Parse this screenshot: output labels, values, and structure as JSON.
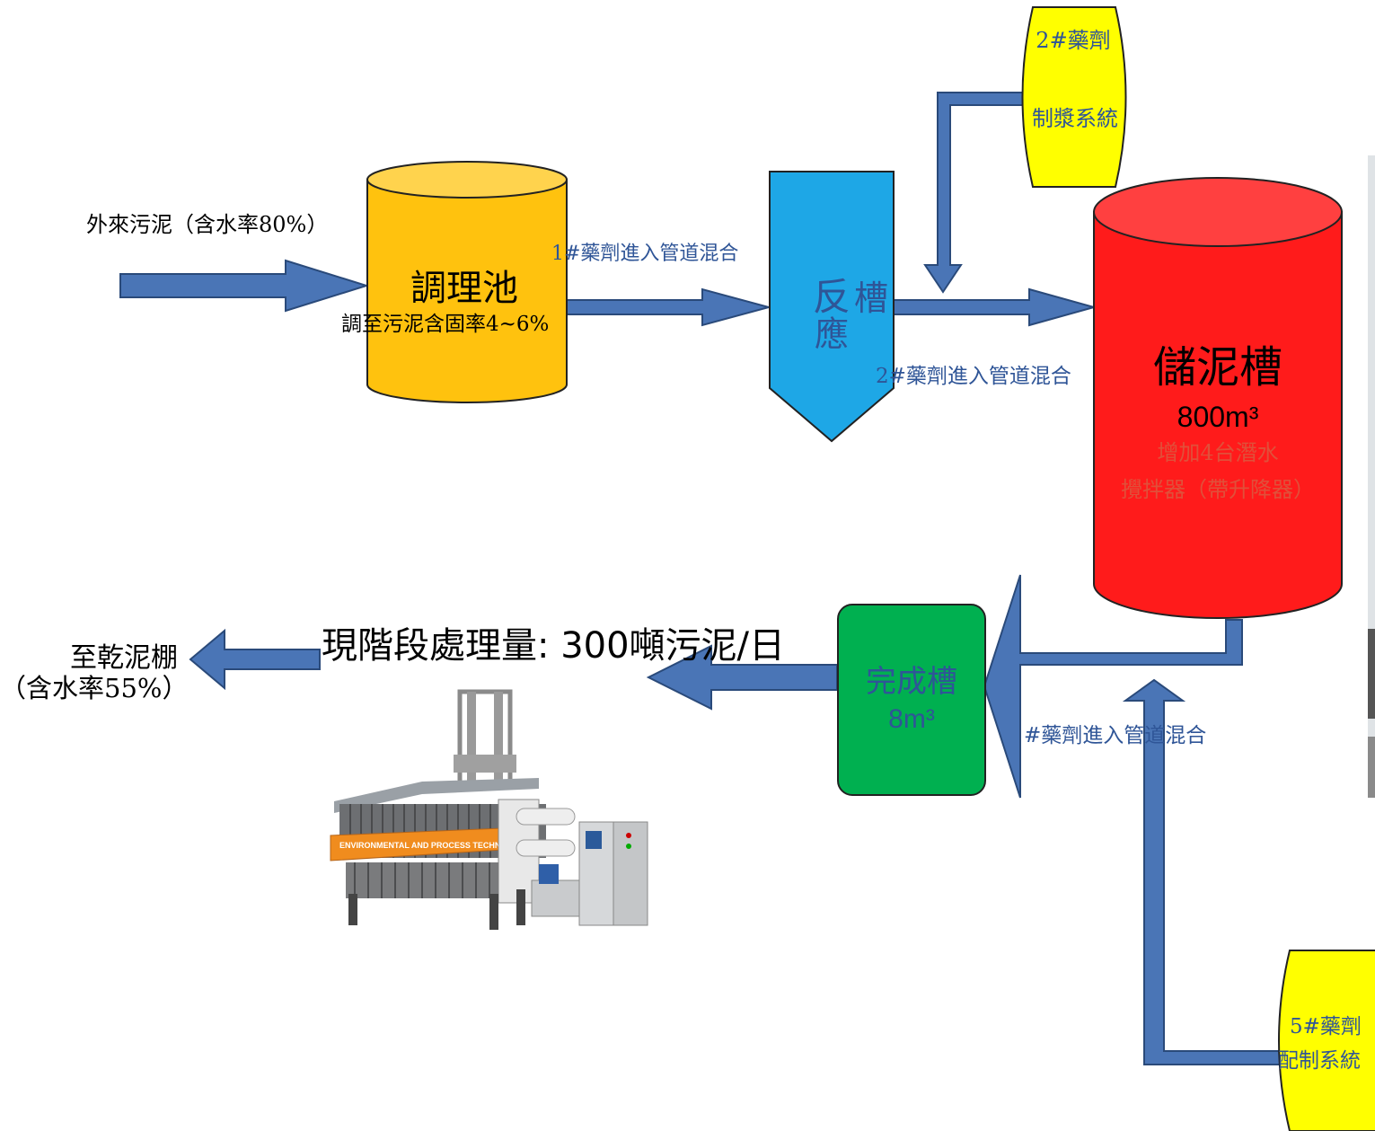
{
  "colors": {
    "arrow_fill": "#4a75b6",
    "arrow_stroke": "#2a4a7a",
    "conditioning_tank": "#ffc20e",
    "reaction_tank": "#1ea7e6",
    "storage_tank": "#ff1b1b",
    "finishing_tank": "#00b050",
    "chemical_system": "#ffff00",
    "caption_blue": "#2f5597"
  },
  "inputs": {
    "external_sludge": "外來污泥（含水率80%）"
  },
  "tanks": {
    "conditioning": {
      "title": "調理池",
      "note": "調至污泥含固率4~6%"
    },
    "reaction": {
      "title_chars": [
        "反",
        "應",
        "槽"
      ]
    },
    "storage": {
      "title": "儲泥槽",
      "capacity": "800m³",
      "note_line1": "增加4台潛水",
      "note_line2": "攪拌器（帶升降器）"
    },
    "finishing": {
      "title": "完成槽",
      "capacity": "8m³"
    }
  },
  "chemical_systems": {
    "system2": {
      "line1": "2#藥劑",
      "line2": "制漿系統"
    },
    "system5": {
      "line1": "5#藥劑",
      "line2": "配制系統"
    }
  },
  "pipe_labels": {
    "chem1": "1#藥劑進入管道混合",
    "chem2": "2#藥劑進入管道混合",
    "chem5": "#藥劑進入管道混合"
  },
  "equipment": {
    "filter_press_label": "ENVIRONMENTAL AND PROCESS TECHNOLOGIES"
  },
  "throughput": "現階段處理量: 300噸污泥/日",
  "output": {
    "line1": "至乾泥棚",
    "line2": "（含水率55%）"
  }
}
